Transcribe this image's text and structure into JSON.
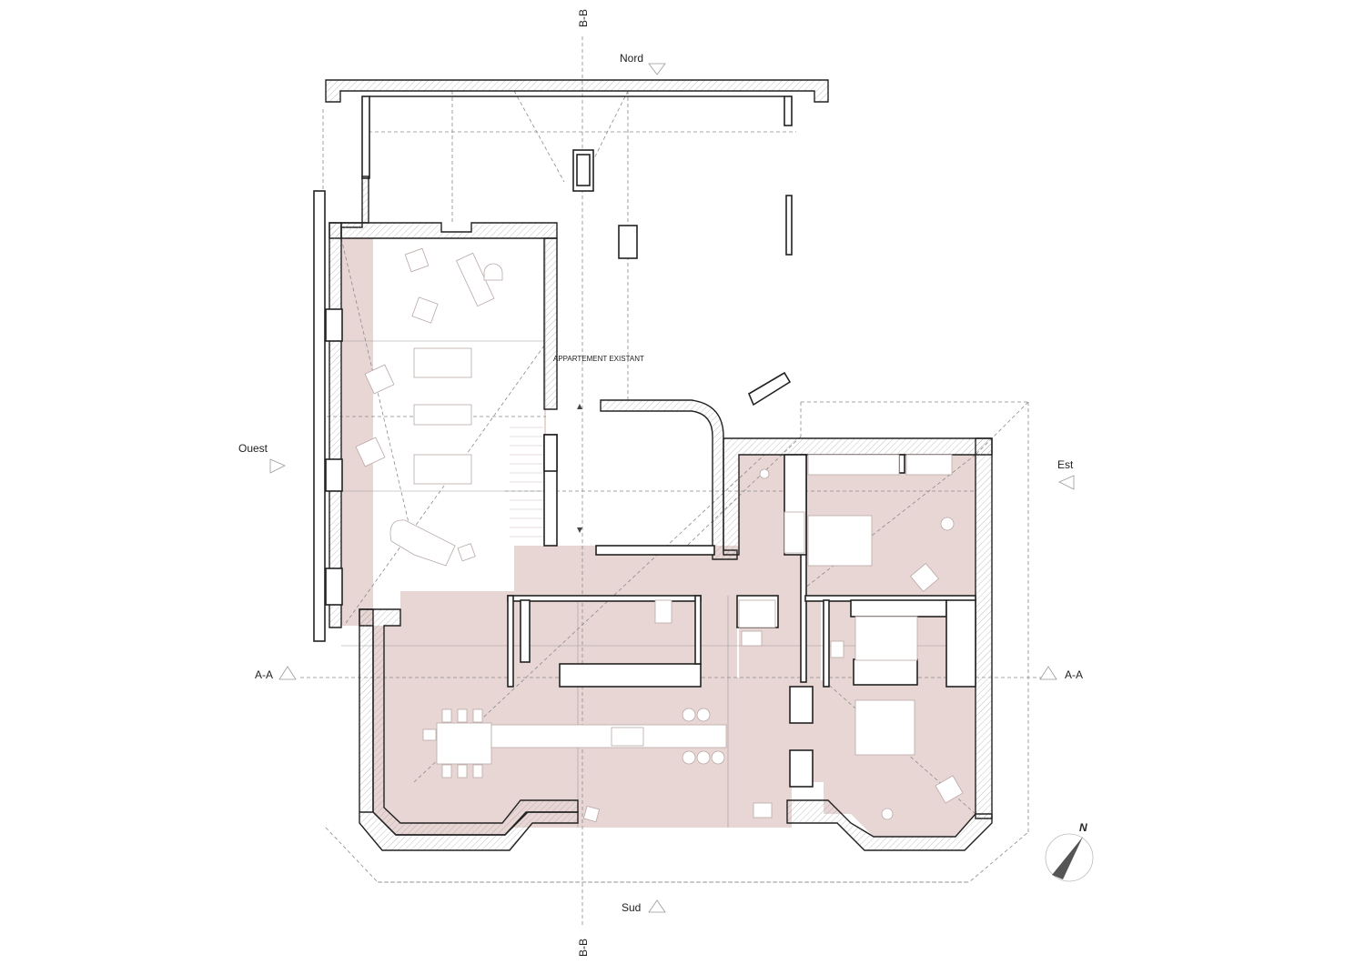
{
  "section_labels": {
    "bb_top": "B-B",
    "bb_bottom": "B-B",
    "aa_left": "A-A",
    "aa_right": "A-A"
  },
  "orientation_labels": {
    "north": "Nord",
    "south": "Sud",
    "west": "Ouest",
    "east": "Est"
  },
  "room_labels": {
    "existing_apartment": "APPARTEMENT EXISTANT"
  },
  "compass": {
    "letter": "N",
    "color": "#555555"
  },
  "colors": {
    "room_fill": "#e8d6d4",
    "wall_line": "#222222"
  }
}
